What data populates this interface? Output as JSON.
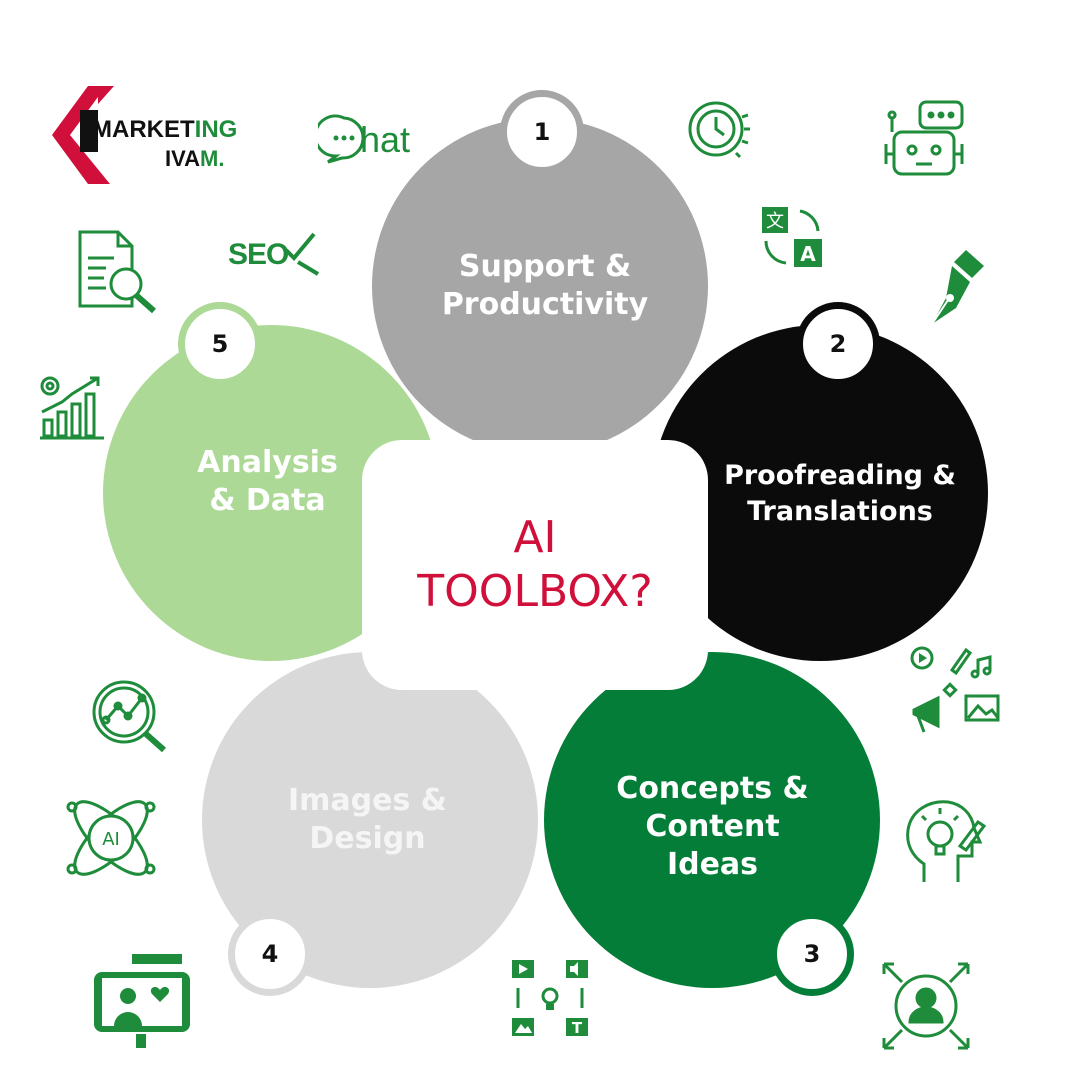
{
  "brand": {
    "name_part1": "MARKET",
    "name_part2": "ING",
    "name_line2_part1": "IVA",
    "name_line2_part2": "M."
  },
  "center": {
    "title": "AI\nTOOLBOX?"
  },
  "segments": [
    {
      "number": "1",
      "label": "Support &\nProductivity"
    },
    {
      "number": "2",
      "label": "Proofreading &\nTranslations"
    },
    {
      "number": "3",
      "label": "Concepts &\nContent\nIdeas"
    },
    {
      "number": "4",
      "label": "Images &\nDesign"
    },
    {
      "number": "5",
      "label": "Analysis\n&  Data"
    }
  ],
  "icon_labels": {
    "chat": "hat",
    "seo": "SEO",
    "ai": "AI",
    "translate_a": "A",
    "translate_zh": "文",
    "text_t": "T"
  },
  "colors": {
    "segment1": "#a6a6a6",
    "segment2": "#0b0b0b",
    "segment3": "#037d37",
    "segment4": "#d9d9d9",
    "segment5": "#acd996",
    "accent_red": "#d0103a",
    "icon_green": "#1e8c3a"
  }
}
